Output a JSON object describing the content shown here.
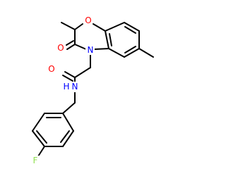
{
  "molecule": {
    "colors": {
      "bond": "#000000",
      "oxygen": "#ff0000",
      "nitrogen": "#0000ff",
      "fluorine": "#90e050"
    },
    "atoms": {
      "o_ring": "O",
      "o_ring_carbonyl": "O",
      "n_ring": "N",
      "o_amide": "O",
      "n_amide_symbol": "N",
      "n_amide_h": "H",
      "f": "F"
    }
  }
}
